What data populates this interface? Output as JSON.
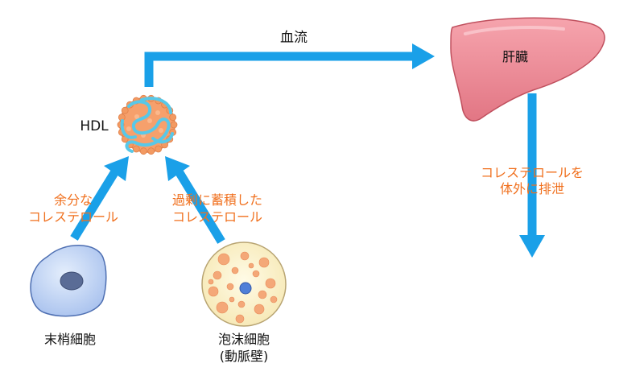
{
  "colors": {
    "arrow": "#1aa0e8",
    "orange_text": "#f0701e",
    "black_text": "#111111",
    "liver_fill": "#f08a95",
    "liver_stroke": "#c0505e",
    "hdl_fill": "#f6a06c",
    "hdl_strand": "#58c8e8",
    "cell_fill": "#c4d6f4",
    "cell_stroke": "#4e6fb2",
    "nucleus": "#5a6c96",
    "foam_fill": "#fbf2c8",
    "foam_stroke": "#b8a472",
    "lipid": "#f4a878",
    "foam_nucleus": "#4f7fd8"
  },
  "labels": {
    "blood_flow": "血流",
    "liver": "肝臓",
    "hdl": "HDL",
    "excretion_line1": "コレステロールを",
    "excretion_line2": "体外に排泄",
    "excess_line1": "余分な",
    "excess_line2": "コレステロール",
    "accumulated_line1": "過剰に蓄積した",
    "accumulated_line2": "コレステロール",
    "peripheral_cell": "末梢細胞",
    "foam_cell_line1": "泡沫細胞",
    "foam_cell_line2": "(動脈壁)"
  }
}
